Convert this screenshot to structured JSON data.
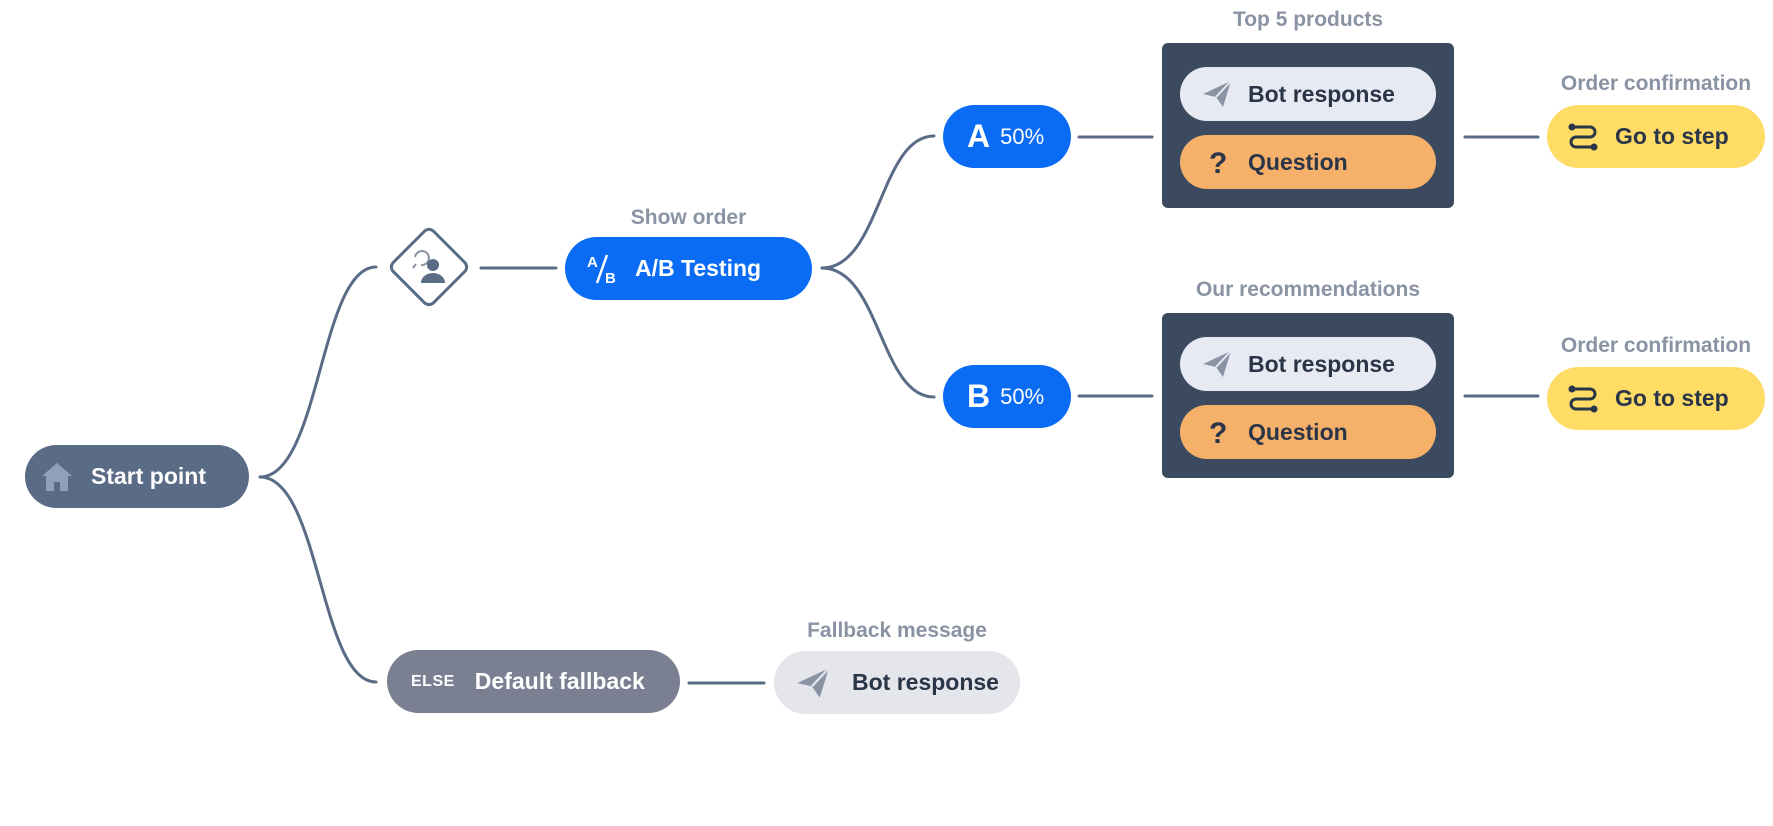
{
  "start": {
    "label": "Start point",
    "icon": "home-icon"
  },
  "condition": {
    "icon": "user-condition-icon"
  },
  "ab_test": {
    "caption": "Show order",
    "label": "A/B Testing",
    "icon": "ab-test-icon",
    "icon_top": "A",
    "icon_bottom": "B"
  },
  "variants": [
    {
      "letter": "A",
      "percent": "50%"
    },
    {
      "letter": "B",
      "percent": "50%"
    }
  ],
  "groups": [
    {
      "caption": "Top 5 products",
      "bot_label": "Bot response",
      "question_label": "Question",
      "goto_caption": "Order confirmation",
      "goto_label": "Go to step"
    },
    {
      "caption": "Our recommendations",
      "bot_label": "Bot response",
      "question_label": "Question",
      "goto_caption": "Order confirmation",
      "goto_label": "Go to step"
    }
  ],
  "fallback": {
    "tag": "ELSE",
    "label": "Default fallback",
    "message_caption": "Fallback message",
    "message_label": "Bot response"
  },
  "colors": {
    "connector": "#5a6b86",
    "start": "#5a6b86",
    "ab_blue": "#0a6cf5",
    "group_bg": "#3b4a5f",
    "bot_pill": "#e8eaf3",
    "question_pill": "#f5b06a",
    "goto_yellow": "#fedc65",
    "else_gray": "#7b7f92",
    "caption_gray": "#8a93a3"
  }
}
